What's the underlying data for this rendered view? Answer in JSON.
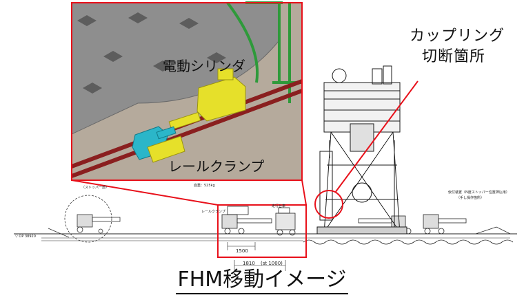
{
  "inset": {
    "label_cylinder": "電動シリンダ",
    "label_clamp": "レールクランプ"
  },
  "callout": {
    "line1": "カップリング",
    "line2": "切断箇所"
  },
  "drawing": {
    "weight": "自重：525kg",
    "elevation": "▽ OP 38920",
    "dim_1500": "1500",
    "dim_1810": "1810",
    "dim_stroke": "(st 1000)",
    "left_note": "（ストッパー部）",
    "rail_clamp": "レールクランプ",
    "rail_label": "走行台車",
    "right_note_1": "仮付装置（N度ストッパー位置押込用）",
    "right_note_2": "（手し操作箇所）"
  },
  "caption": "FHM移動イメージ",
  "colors": {
    "highlight_red": "#e8101a",
    "cylinder_yellow": "#e6e02a",
    "clamp_cyan": "#2bb6c9",
    "rail_red": "#8a1f1f"
  }
}
